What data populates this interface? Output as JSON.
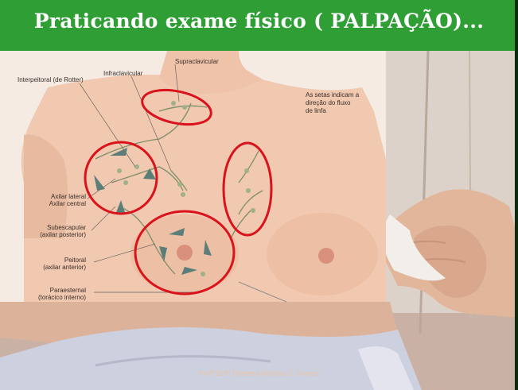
{
  "slide": {
    "title": "Praticando exame físico ( PALPAÇÃO)...",
    "footer": "Profª Enfª Obstetra Adriana C. Franco"
  },
  "diagram": {
    "labels": {
      "supraclavicular": "Supraclavicular",
      "infraclavicular": "Infraclavicular",
      "interpeitoral": "Interpeitoral (de Rotter)",
      "note_line1": "As setas indicam a",
      "note_line2": "direção do fluxo",
      "note_line3": "de linfa",
      "axilar_lateral": "Axilar lateral",
      "axilar_central": "Axilar central",
      "subescapular_1": "Subescapular",
      "subescapular_2": "(axilar posterior)",
      "peitoral_1": "Peitoral",
      "peitoral_2": "(axilar anterior)",
      "paraesternal_1": "Paraesternal",
      "paraesternal_2": "(torácico interno)"
    }
  },
  "colors": {
    "title_bar": "#2e9e35",
    "title_text": "#ffffff",
    "highlight_circle": "#d9121b",
    "flow_arrow": "#5b7f78",
    "skin": "#f0cbb4"
  }
}
